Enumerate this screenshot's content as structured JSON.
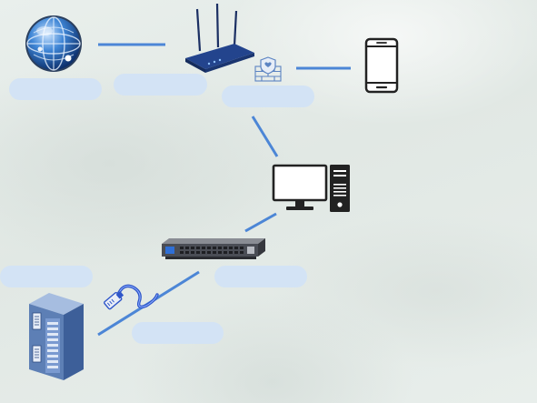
{
  "diagram": {
    "colors": {
      "link": "#4c86d6",
      "label_fill": "#d3e3f5",
      "router": "#1f3c7a",
      "switch": "#4a4d55",
      "server": "#5d7fb5",
      "icon_stroke": "#222222"
    },
    "nodes": [
      {
        "id": "internet",
        "icon": "globe-icon",
        "label": ""
      },
      {
        "id": "router",
        "icon": "wifi-router-icon",
        "label": ""
      },
      {
        "id": "firewall",
        "icon": "firewall-shield-icon",
        "label": ""
      },
      {
        "id": "mobile",
        "icon": "smartphone-icon",
        "label": ""
      },
      {
        "id": "workstation",
        "icon": "desktop-computer-icon",
        "label": ""
      },
      {
        "id": "switch",
        "icon": "network-switch-icon",
        "label": ""
      },
      {
        "id": "cable",
        "icon": "ethernet-cable-icon",
        "label": ""
      },
      {
        "id": "server",
        "icon": "server-rack-icon",
        "label": ""
      }
    ],
    "links": [
      {
        "from": "internet",
        "to": "router"
      },
      {
        "from": "firewall",
        "to": "mobile"
      },
      {
        "from": "firewall",
        "to": "workstation"
      },
      {
        "from": "workstation",
        "to": "switch"
      },
      {
        "from": "switch",
        "to": "server"
      }
    ]
  }
}
